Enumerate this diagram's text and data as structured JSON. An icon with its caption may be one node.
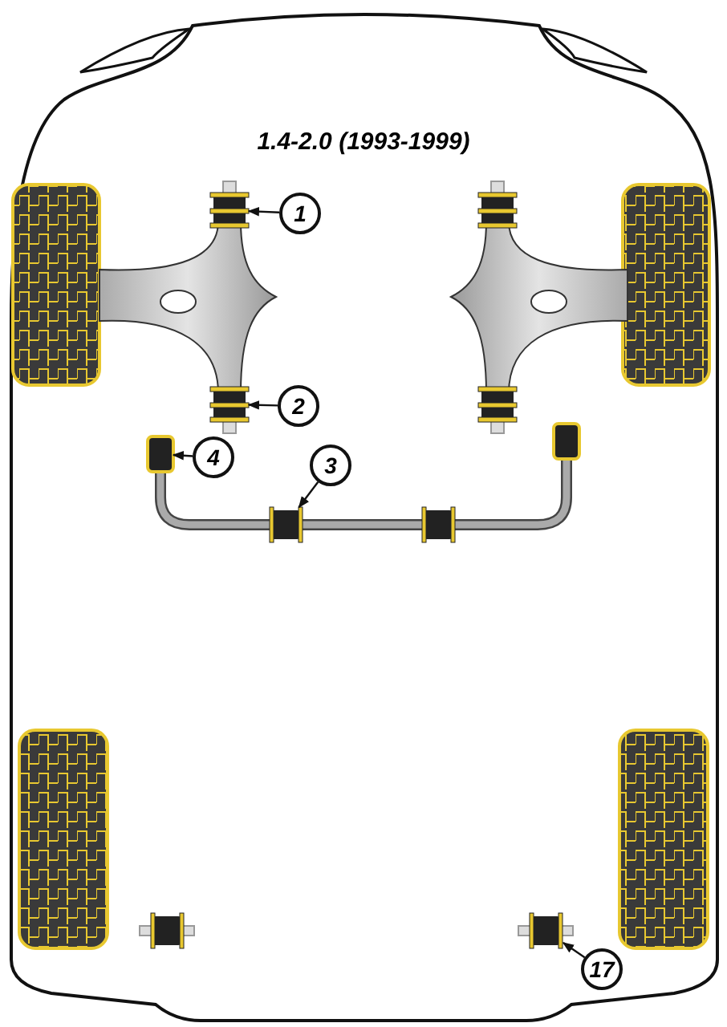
{
  "diagram": {
    "title": "1.4-2.0 (1993-1999)",
    "nodes": [
      {
        "text": [
          "1"
        ]
      },
      {
        "text": [],
        "shape": "box"
      },
      {
        "text": [
          "2"
        ]
      },
      {
        "text": [],
        "shape": "box"
      },
      {
        "text": [
          "4"
        ]
      },
      {
        "text": [],
        "shape": "box"
      },
      {
        "text": [
          "3"
        ]
      },
      {
        "text": [],
        "shape": "box"
      },
      {
        "text": [
          "17"
        ]
      },
      {
        "text": [],
        "shape": "box"
      }
    ],
    "edges": [
      {
        "from": 0,
        "to": 1,
        "arrow": "to"
      },
      {
        "from": 2,
        "to": 3,
        "arrow": "to"
      },
      {
        "from": 4,
        "to": 5,
        "arrow": "to"
      },
      {
        "from": 6,
        "to": 7,
        "arrow": "to"
      },
      {
        "from": 8,
        "to": 9,
        "arrow": "to"
      }
    ]
  }
}
